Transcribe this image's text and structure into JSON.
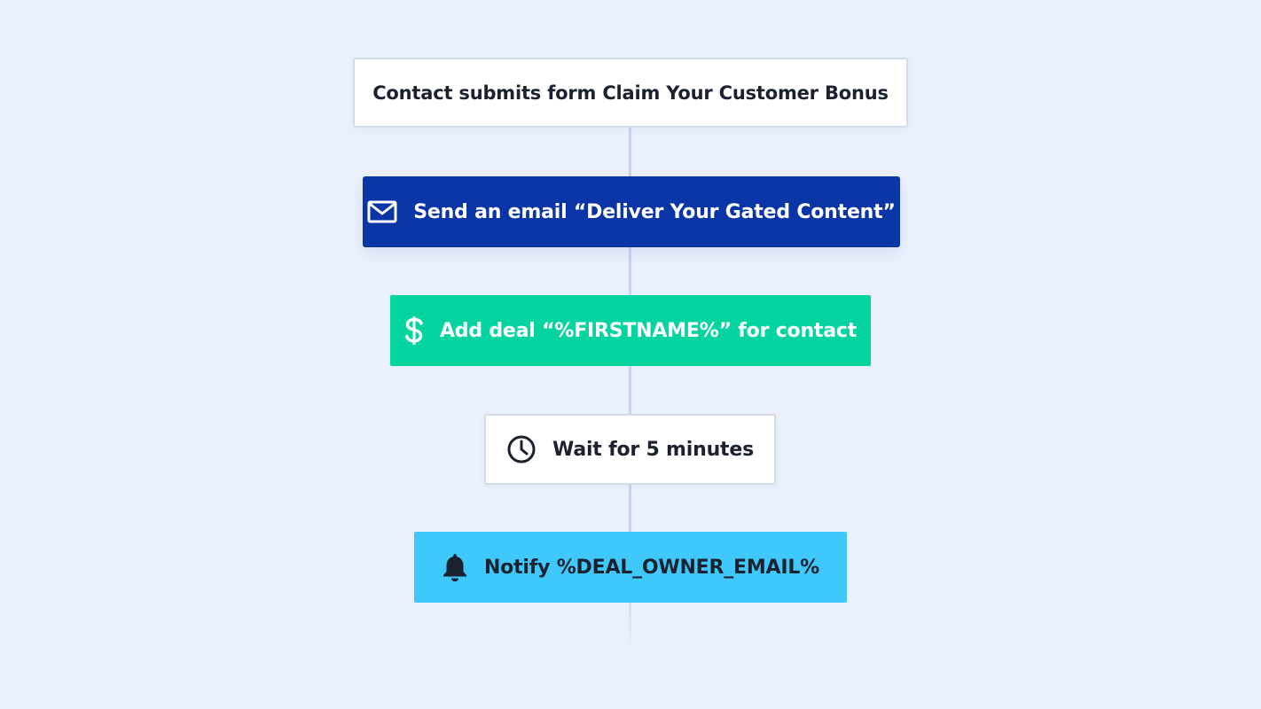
{
  "colors": {
    "background": "#ebf1fc",
    "connector": "#c5d6f4",
    "email_step": "#0a35a6",
    "deal_step": "#05d3a0",
    "notify_step": "#3ec8fb",
    "neutral_step": "#ffffff"
  },
  "workflow": {
    "trigger": {
      "label": "Contact submits form Claim Your Customer Bonus"
    },
    "steps": [
      {
        "icon": "envelope-icon",
        "label": "Send an email “Deliver Your Gated Content”"
      },
      {
        "icon": "dollar-icon",
        "label": "Add deal “%FIRSTNAME%” for contact"
      },
      {
        "icon": "clock-icon",
        "label": "Wait for 5 minutes"
      },
      {
        "icon": "bell-icon",
        "label": "Notify %DEAL_OWNER_EMAIL%"
      }
    ]
  }
}
